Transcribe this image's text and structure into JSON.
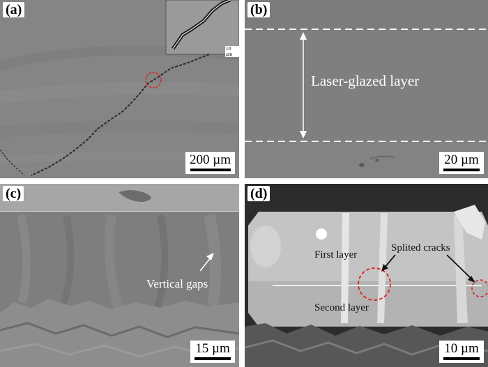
{
  "panels": {
    "a": {
      "tag": "(a)",
      "scale_text": "200 µm",
      "inset_scale_text": "10 µm"
    },
    "b": {
      "tag": "(b)",
      "scale_text": "20 µm",
      "layer_label": "Laser-glazed layer"
    },
    "c": {
      "tag": "(c)",
      "scale_text": "15 µm",
      "gap_label": "Vertical gaps"
    },
    "d": {
      "tag": "(d)",
      "scale_text": "10 µm",
      "first_layer": "First layer",
      "second_layer": "Second layer",
      "cracks_label": "Splited cracks"
    }
  }
}
